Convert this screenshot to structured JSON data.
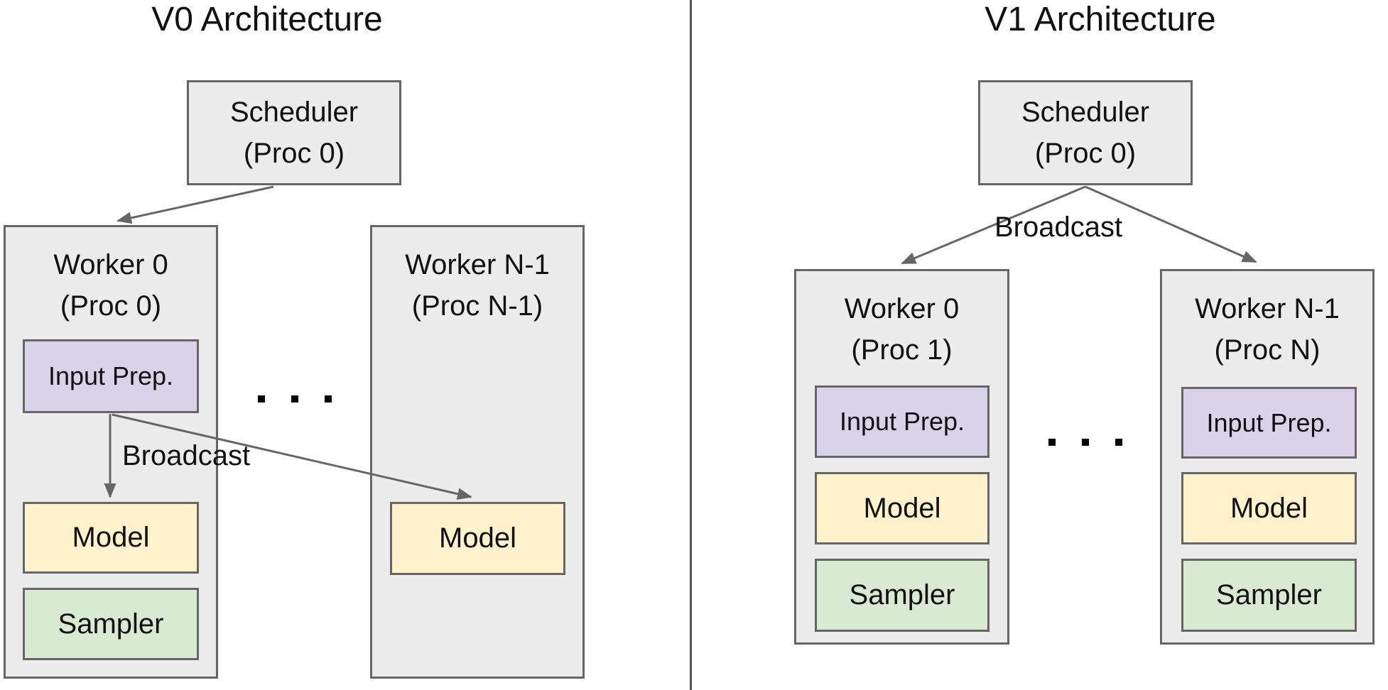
{
  "colors": {
    "container_fill": "#ececec",
    "border": "#666666",
    "input_prep_fill": "#d9d2e9",
    "model_fill": "#fff2cc",
    "sampler_fill": "#d9ead3",
    "arrow": "#666666",
    "divider": "#555555"
  },
  "v0": {
    "title": "V0 Architecture",
    "scheduler": {
      "name": "Scheduler",
      "proc": "(Proc 0)"
    },
    "broadcast_label": "Broadcast",
    "ellipsis": ". . .",
    "worker0": {
      "name": "Worker 0",
      "proc": "(Proc 0)",
      "input_prep_label": "Input Prep.",
      "model_label": "Model",
      "sampler_label": "Sampler"
    },
    "workerN": {
      "name": "Worker N-1",
      "proc": "(Proc N-1)",
      "model_label": "Model"
    }
  },
  "v1": {
    "title": "V1 Architecture",
    "scheduler": {
      "name": "Scheduler",
      "proc": "(Proc 0)"
    },
    "broadcast_label": "Broadcast",
    "ellipsis": ". . .",
    "worker0": {
      "name": "Worker 0",
      "proc": "(Proc 1)",
      "input_prep_label": "Input Prep.",
      "model_label": "Model",
      "sampler_label": "Sampler"
    },
    "workerN": {
      "name": "Worker N-1",
      "proc": "(Proc N)",
      "input_prep_label": "Input Prep.",
      "model_label": "Model",
      "sampler_label": "Sampler"
    }
  }
}
